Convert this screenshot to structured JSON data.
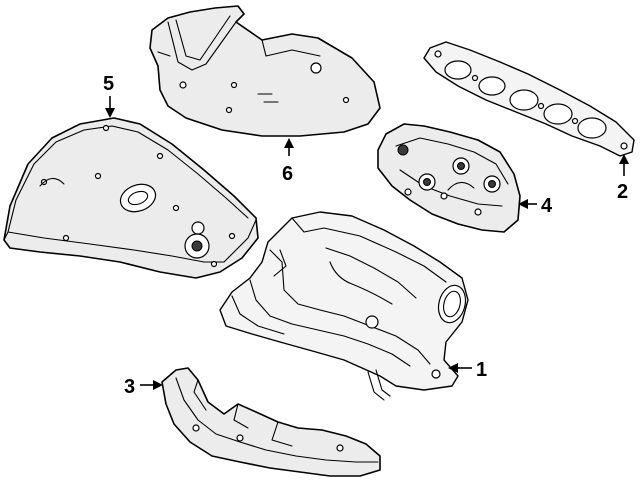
{
  "diagram": {
    "parts": [
      {
        "callout": "1",
        "icon": "exhaust-manifold-icon"
      },
      {
        "callout": "2",
        "icon": "manifold-gasket-icon"
      },
      {
        "callout": "3",
        "icon": "lower-heat-shield-icon"
      },
      {
        "callout": "4",
        "icon": "manifold-heat-shield-icon"
      },
      {
        "callout": "5",
        "icon": "upper-heat-shield-icon"
      },
      {
        "callout": "6",
        "icon": "rear-heat-shield-icon"
      }
    ]
  }
}
